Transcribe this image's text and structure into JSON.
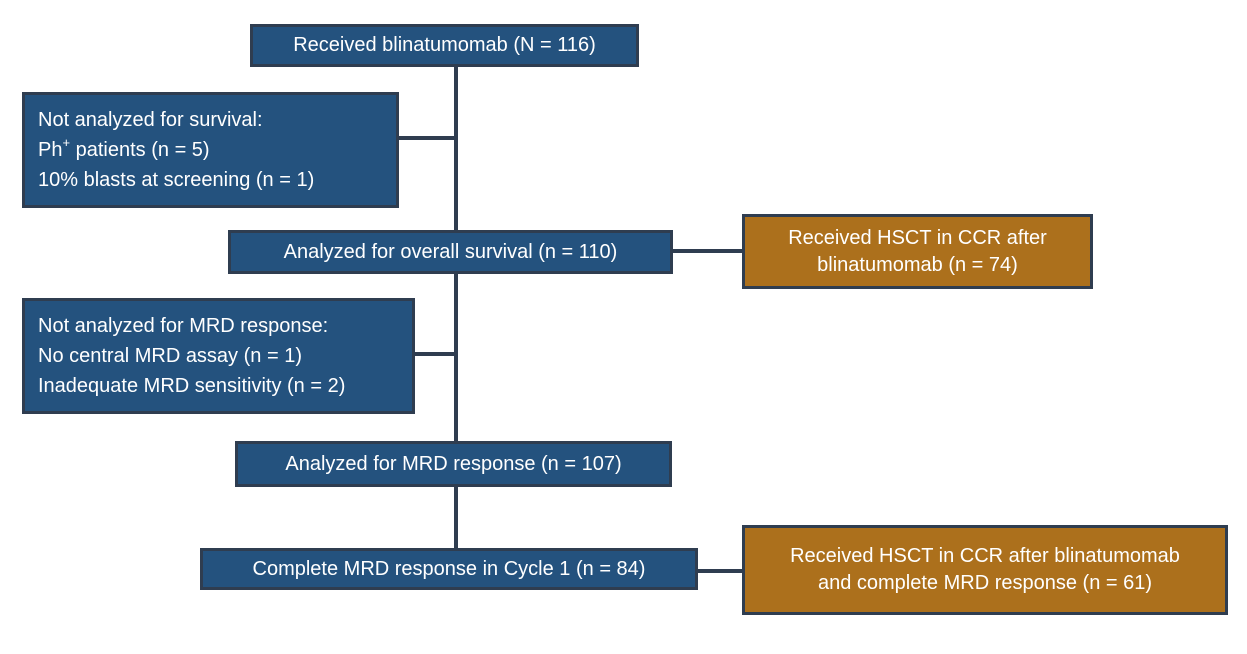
{
  "colors": {
    "background": "#ffffff",
    "box_blue": "#24527E",
    "box_orange": "#AC701C",
    "border": "#2F3D50",
    "connector": "#2F3D50",
    "text": "#ffffff"
  },
  "diagram": {
    "nodes": {
      "received": {
        "label": "Received blinatumomab (N = 116)"
      },
      "not_analyzed_survival": {
        "heading": "Not analyzed for survival:",
        "reason_ph_pre": "Ph",
        "reason_ph_sup": "+",
        "reason_ph_post": " patients (n = 5)",
        "reason_blasts": "10% blasts at screening (n = 1)"
      },
      "analyzed_survival": {
        "label": "Analyzed for overall survival (n = 110)"
      },
      "hsct_ccr": {
        "lines": [
          "Received HSCT in CCR after",
          "blinatumomab (n = 74)"
        ]
      },
      "not_analyzed_mrd": {
        "heading": "Not analyzed for MRD response:",
        "reason_assay": "No central MRD assay (n = 1)",
        "reason_sensitivity": "Inadequate MRD sensitivity (n = 2)"
      },
      "analyzed_mrd": {
        "label": "Analyzed for MRD response (n = 107)"
      },
      "complete_mrd": {
        "label": "Complete MRD response in Cycle 1 (n = 84)"
      },
      "hsct_ccr_mrd": {
        "lines": [
          "Received HSCT in CCR after blinatumomab",
          "and complete MRD response (n = 61)"
        ]
      }
    }
  }
}
